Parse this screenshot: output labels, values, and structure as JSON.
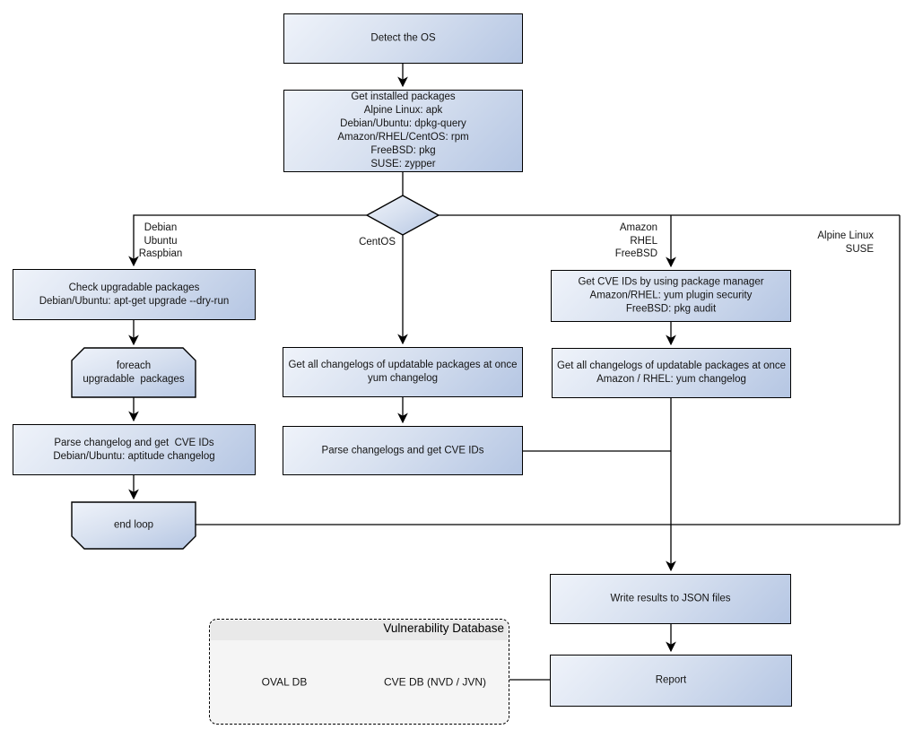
{
  "nodes": {
    "detect_os": "Detect the OS",
    "get_installed_packages": "Get installed packages\nAlpine Linux: apk\nDebian/Ubuntu: dpkg-query\nAmazon/RHEL/CentOS: rpm\nFreeBSD: pkg\nSUSE: zypper",
    "check_upgradable": "Check upgradable packages\nDebian/Ubuntu: apt-get upgrade --dry-run",
    "foreach_loop": "foreach\nupgradable  packages",
    "parse_changelog_deb": "Parse changelog and get  CVE IDs\nDebian/Ubuntu: aptitude changelog",
    "end_loop": "end loop",
    "get_changelogs_centos": "Get all changelogs of updatable packages at once\nyum changelog",
    "parse_changelogs_centos": "Parse changelogs and get CVE IDs",
    "get_cve_ids_pkg_mgr": "Get CVE IDs by using package manager\nAmazon/RHEL: yum plugin security\nFreeBSD: pkg audit",
    "get_changelogs_amazon": "Get all changelogs of updatable packages at once\nAmazon / RHEL: yum changelog",
    "write_results": "Write results to JSON files",
    "report": "Report"
  },
  "branch_labels": {
    "debian": "Debian\nUbuntu\nRaspbian",
    "centos": "CentOS",
    "amazon": "Amazon\nRHEL\nFreeBSD",
    "alpine": "Alpine Linux\nSUSE"
  },
  "database": {
    "title": "Vulnerability Database",
    "oval_db": "OVAL DB",
    "cve_db": "CVE DB (NVD / JVN)"
  },
  "colors": {
    "node_gradient_start": "#eff3fa",
    "node_gradient_end": "#b5c6e3",
    "line": "#000000",
    "db_container_fill": "#f5f5f5",
    "db_header_fill": "#e9e9e9"
  }
}
